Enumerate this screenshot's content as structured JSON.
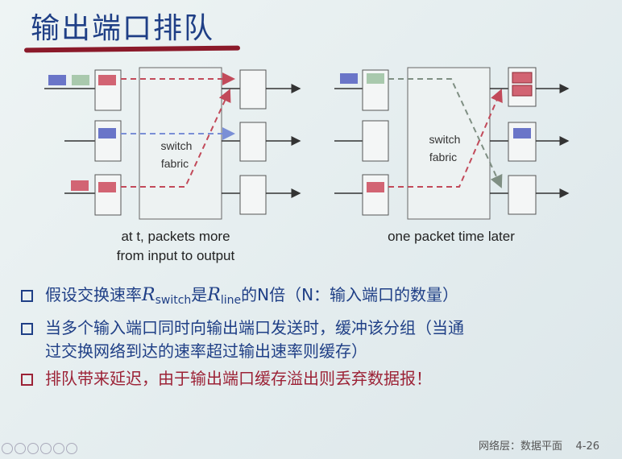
{
  "title": "输出端口排队",
  "diagram": {
    "left_fabric_label_1": "switch",
    "left_fabric_label_2": "fabric",
    "right_fabric_label_1": "switch",
    "right_fabric_label_2": "fabric",
    "caption_left_1": "at t, packets more",
    "caption_left_2": "from input to output",
    "caption_right": "one packet time later",
    "colors": {
      "blue_packet": "#6a75c8",
      "green_packet": "#a9c9ad",
      "red_packet": "#d26473",
      "red_dash": "#c24a5a",
      "blue_dash": "#7a8fd6",
      "gray_dash": "#7f8f83"
    }
  },
  "bullets": {
    "b1_pre": "假设交换速率",
    "b1_r1": "R",
    "b1_sub1": "switch",
    "b1_mid": "是",
    "b1_r2": "R",
    "b1_sub2": "line",
    "b1_post": "的N倍（N：输入端口的数量）",
    "b2_line1": "当多个输入端口同时向输出端口发送时，缓冲该分组（当通",
    "b2_line2": "过交换网络到达的速率超过输出速率则缓存）",
    "b3": "排队带来延迟，由于输出端口缓存溢出则丢弃数据报！"
  },
  "footer": {
    "chapter": "网络层：数据平面",
    "page": "4-26"
  }
}
